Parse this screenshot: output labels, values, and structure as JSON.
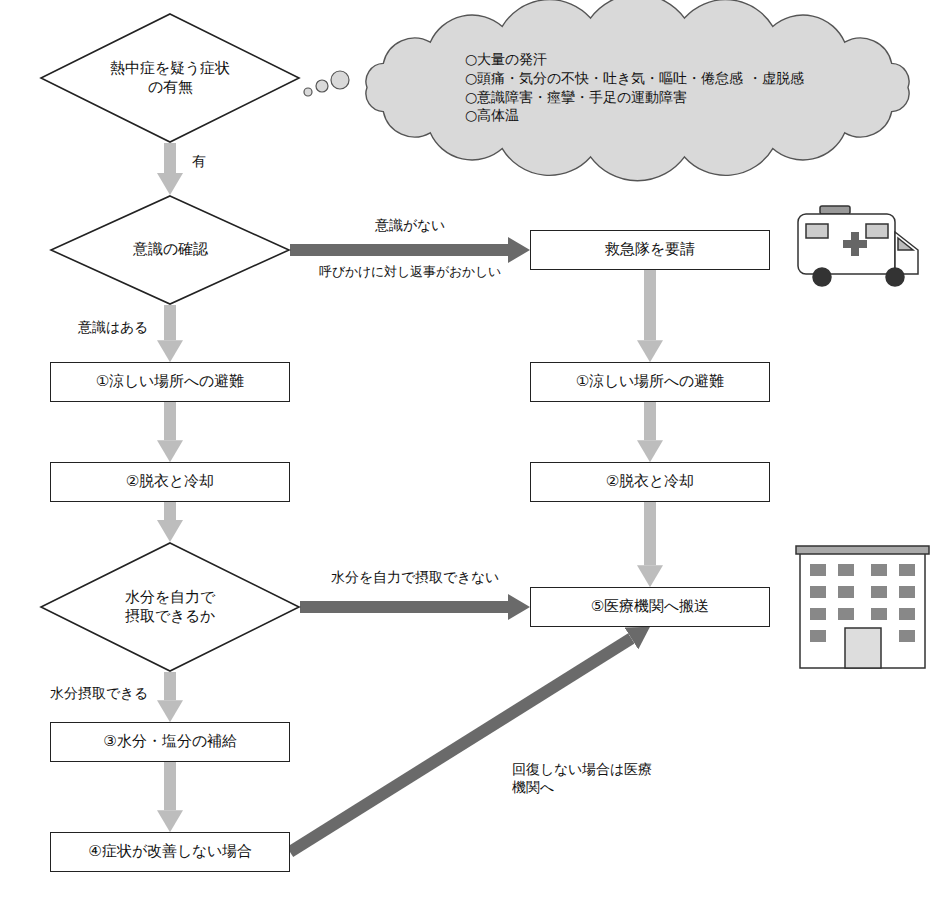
{
  "diagram": {
    "nodes": [
      {
        "text": [
          "熱中症を疑う症状の有無"
        ]
      },
      {
        "text": [
          "○大量の発汗",
          "○頭痛・気分の不快・吐き気・嘔吐・倦怠感 ・虚脱感",
          "○意識障害・痙攣・手足の運動障害",
          "○高体温"
        ]
      },
      {
        "text": [
          "意識の確認"
        ]
      },
      {
        "text": [
          "救急隊を要請"
        ]
      },
      {
        "text": [
          "①涼しい場所への避難"
        ]
      },
      {
        "text": [
          "①涼しい場所への避難"
        ]
      },
      {
        "text": [
          "②脱衣と冷却"
        ]
      },
      {
        "text": [
          "②脱衣と冷却"
        ]
      },
      {
        "text": [
          "水分を自力で摂取できるか"
        ]
      },
      {
        "text": [
          "⑤医療機関へ搬送"
        ]
      },
      {
        "text": [
          "③水分・塩分の補給"
        ]
      },
      {
        "text": [
          "④症状が改善しない場合"
        ]
      }
    ],
    "edges": [
      {
        "from": 0,
        "to": 2,
        "arrow": "to",
        "label": "有"
      },
      {
        "from": 2,
        "to": 3,
        "arrow": "to",
        "label": "意識がない"
      },
      {
        "from": 2,
        "to": 4,
        "arrow": "to",
        "label": "意識はある"
      },
      {
        "from": 3,
        "to": 5,
        "arrow": "to"
      },
      {
        "from": 4,
        "to": 6,
        "arrow": "to"
      },
      {
        "from": 5,
        "to": 7,
        "arrow": "to"
      },
      {
        "from": 6,
        "to": 8,
        "arrow": "to"
      },
      {
        "from": 7,
        "to": 9,
        "arrow": "to"
      },
      {
        "from": 8,
        "to": 9,
        "arrow": "to",
        "label": "水分を自力で摂取できない"
      },
      {
        "from": 8,
        "to": 10,
        "arrow": "to",
        "label": "水分摂取できる"
      },
      {
        "from": 10,
        "to": 11,
        "arrow": "to"
      },
      {
        "from": 11,
        "to": 9,
        "arrow": "to",
        "label": "回復しない場合は医療機関へ"
      }
    ],
    "labels": [
      "呼びかけに対し返事がおかしい"
    ]
  }
}
